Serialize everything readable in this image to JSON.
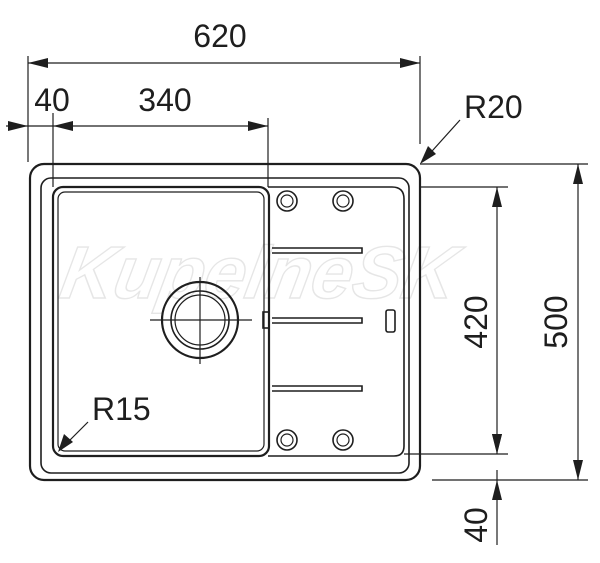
{
  "dimensions": {
    "total_width": "620",
    "bowl_offset": "40",
    "bowl_width": "340",
    "corner_radius_outer": "R20",
    "corner_radius_bowl": "R15",
    "total_depth": "500",
    "bowl_depth": "420",
    "bottom_offset": "40"
  },
  "watermark": "KupelneSK",
  "colors": {
    "line": "#1e1e1e",
    "watermark": "#e6e6e6"
  }
}
